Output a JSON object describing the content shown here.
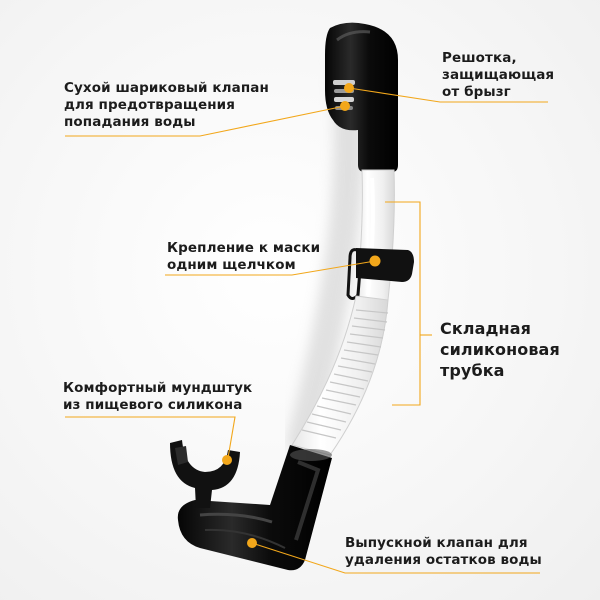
{
  "accent_color": "#f2a71b",
  "product": "snorkel",
  "callouts": [
    {
      "id": "dry-valve",
      "text": "Сухой шариковый клапан\nдля предотвращения\nпопадания воды"
    },
    {
      "id": "splash-guard",
      "text": "Решотка,\nзащищающая\nот брызг"
    },
    {
      "id": "mask-clip",
      "text": "Крепление к маски\nодним щелчком"
    },
    {
      "id": "folding-tube",
      "text": "Складная\nсиликоновая\nтрубка"
    },
    {
      "id": "mouthpiece",
      "text": "Комфортный мундштук\nиз пищевого силикона"
    },
    {
      "id": "purge-valve",
      "text": "Выпускной клапан для\nудаления остатков воды"
    }
  ]
}
